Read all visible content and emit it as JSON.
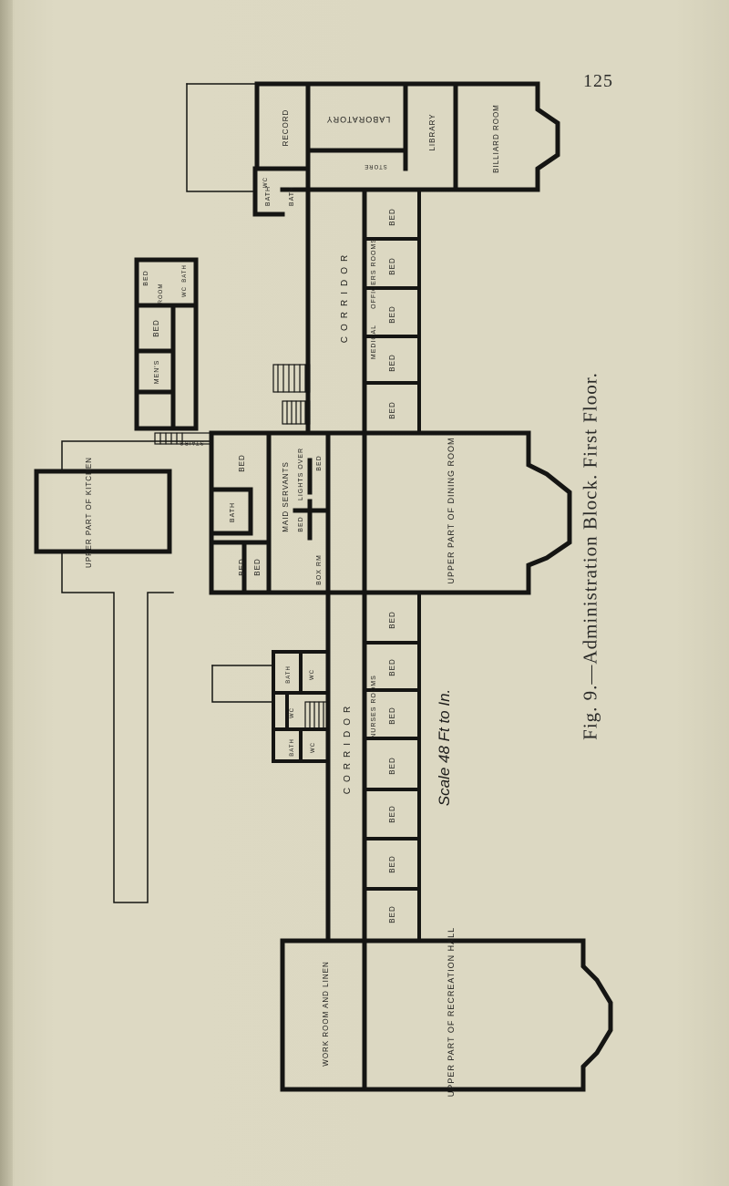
{
  "page": {
    "number": "125"
  },
  "caption": {
    "text": "Fig. 9.—Administration Block. First Floor."
  },
  "scale_note": {
    "text": "Scale 48 Ft to In."
  },
  "colors": {
    "paper": "#dcd8c2",
    "ink": "#1d1d1b",
    "wall": "#151513"
  },
  "rooms": {
    "record": "RECORD",
    "laboratory": "LABORATORY",
    "store": "STORE",
    "wc_a": "WC",
    "bath_a": "BATH",
    "bath_b": "BATH",
    "library": "LIBRARY",
    "billiard_room": "BILLIARD ROOM",
    "corridor_north": "CORRIDOR",
    "bed_n1": "BED",
    "bed_n2": "BED",
    "officers_rooms": "OFFICERS ROOMS",
    "bed_n3": "BED",
    "medical": "MEDICAL",
    "bed_n4": "BED",
    "bed_n5": "BED",
    "bath_m": "BATH",
    "wc_m": "WC",
    "room_m": "ROOM",
    "bed_m": "BED",
    "mens": "MEN'S",
    "bed_m2": "BED",
    "stairs_west": "STAIRS",
    "bed_w": "BED",
    "kitchen_block": "UPPER PART OF KITCHEN",
    "maid_servants": "MAID SERVANTS",
    "bath_s": "BATH",
    "bed_s1": "BED",
    "bed_s2": "BED",
    "lights_over": "LIGHTS OVER",
    "bed_s3": "BED",
    "bed_s4": "BED",
    "box_rm": "BOX RM",
    "dining_room": "UPPER PART OF DINING ROOM",
    "bed_c1": "BED",
    "bath_c": "BATH",
    "wc_c1": "WC",
    "wc_c2": "WC",
    "bed_c2": "BED",
    "nurses_rooms": "NURSES ROOMS",
    "bed_c3": "BED",
    "bath_c2": "BATH",
    "wc_c3": "WC",
    "bed_c4": "BED",
    "corridor_south": "CORRIDOR",
    "bed_c5": "BED",
    "bed_c6": "BED",
    "bed_c7": "BED",
    "work_room": "WORK ROOM AND LINEN",
    "recreation_hall": "UPPER PART OF RECREATION HALL"
  }
}
